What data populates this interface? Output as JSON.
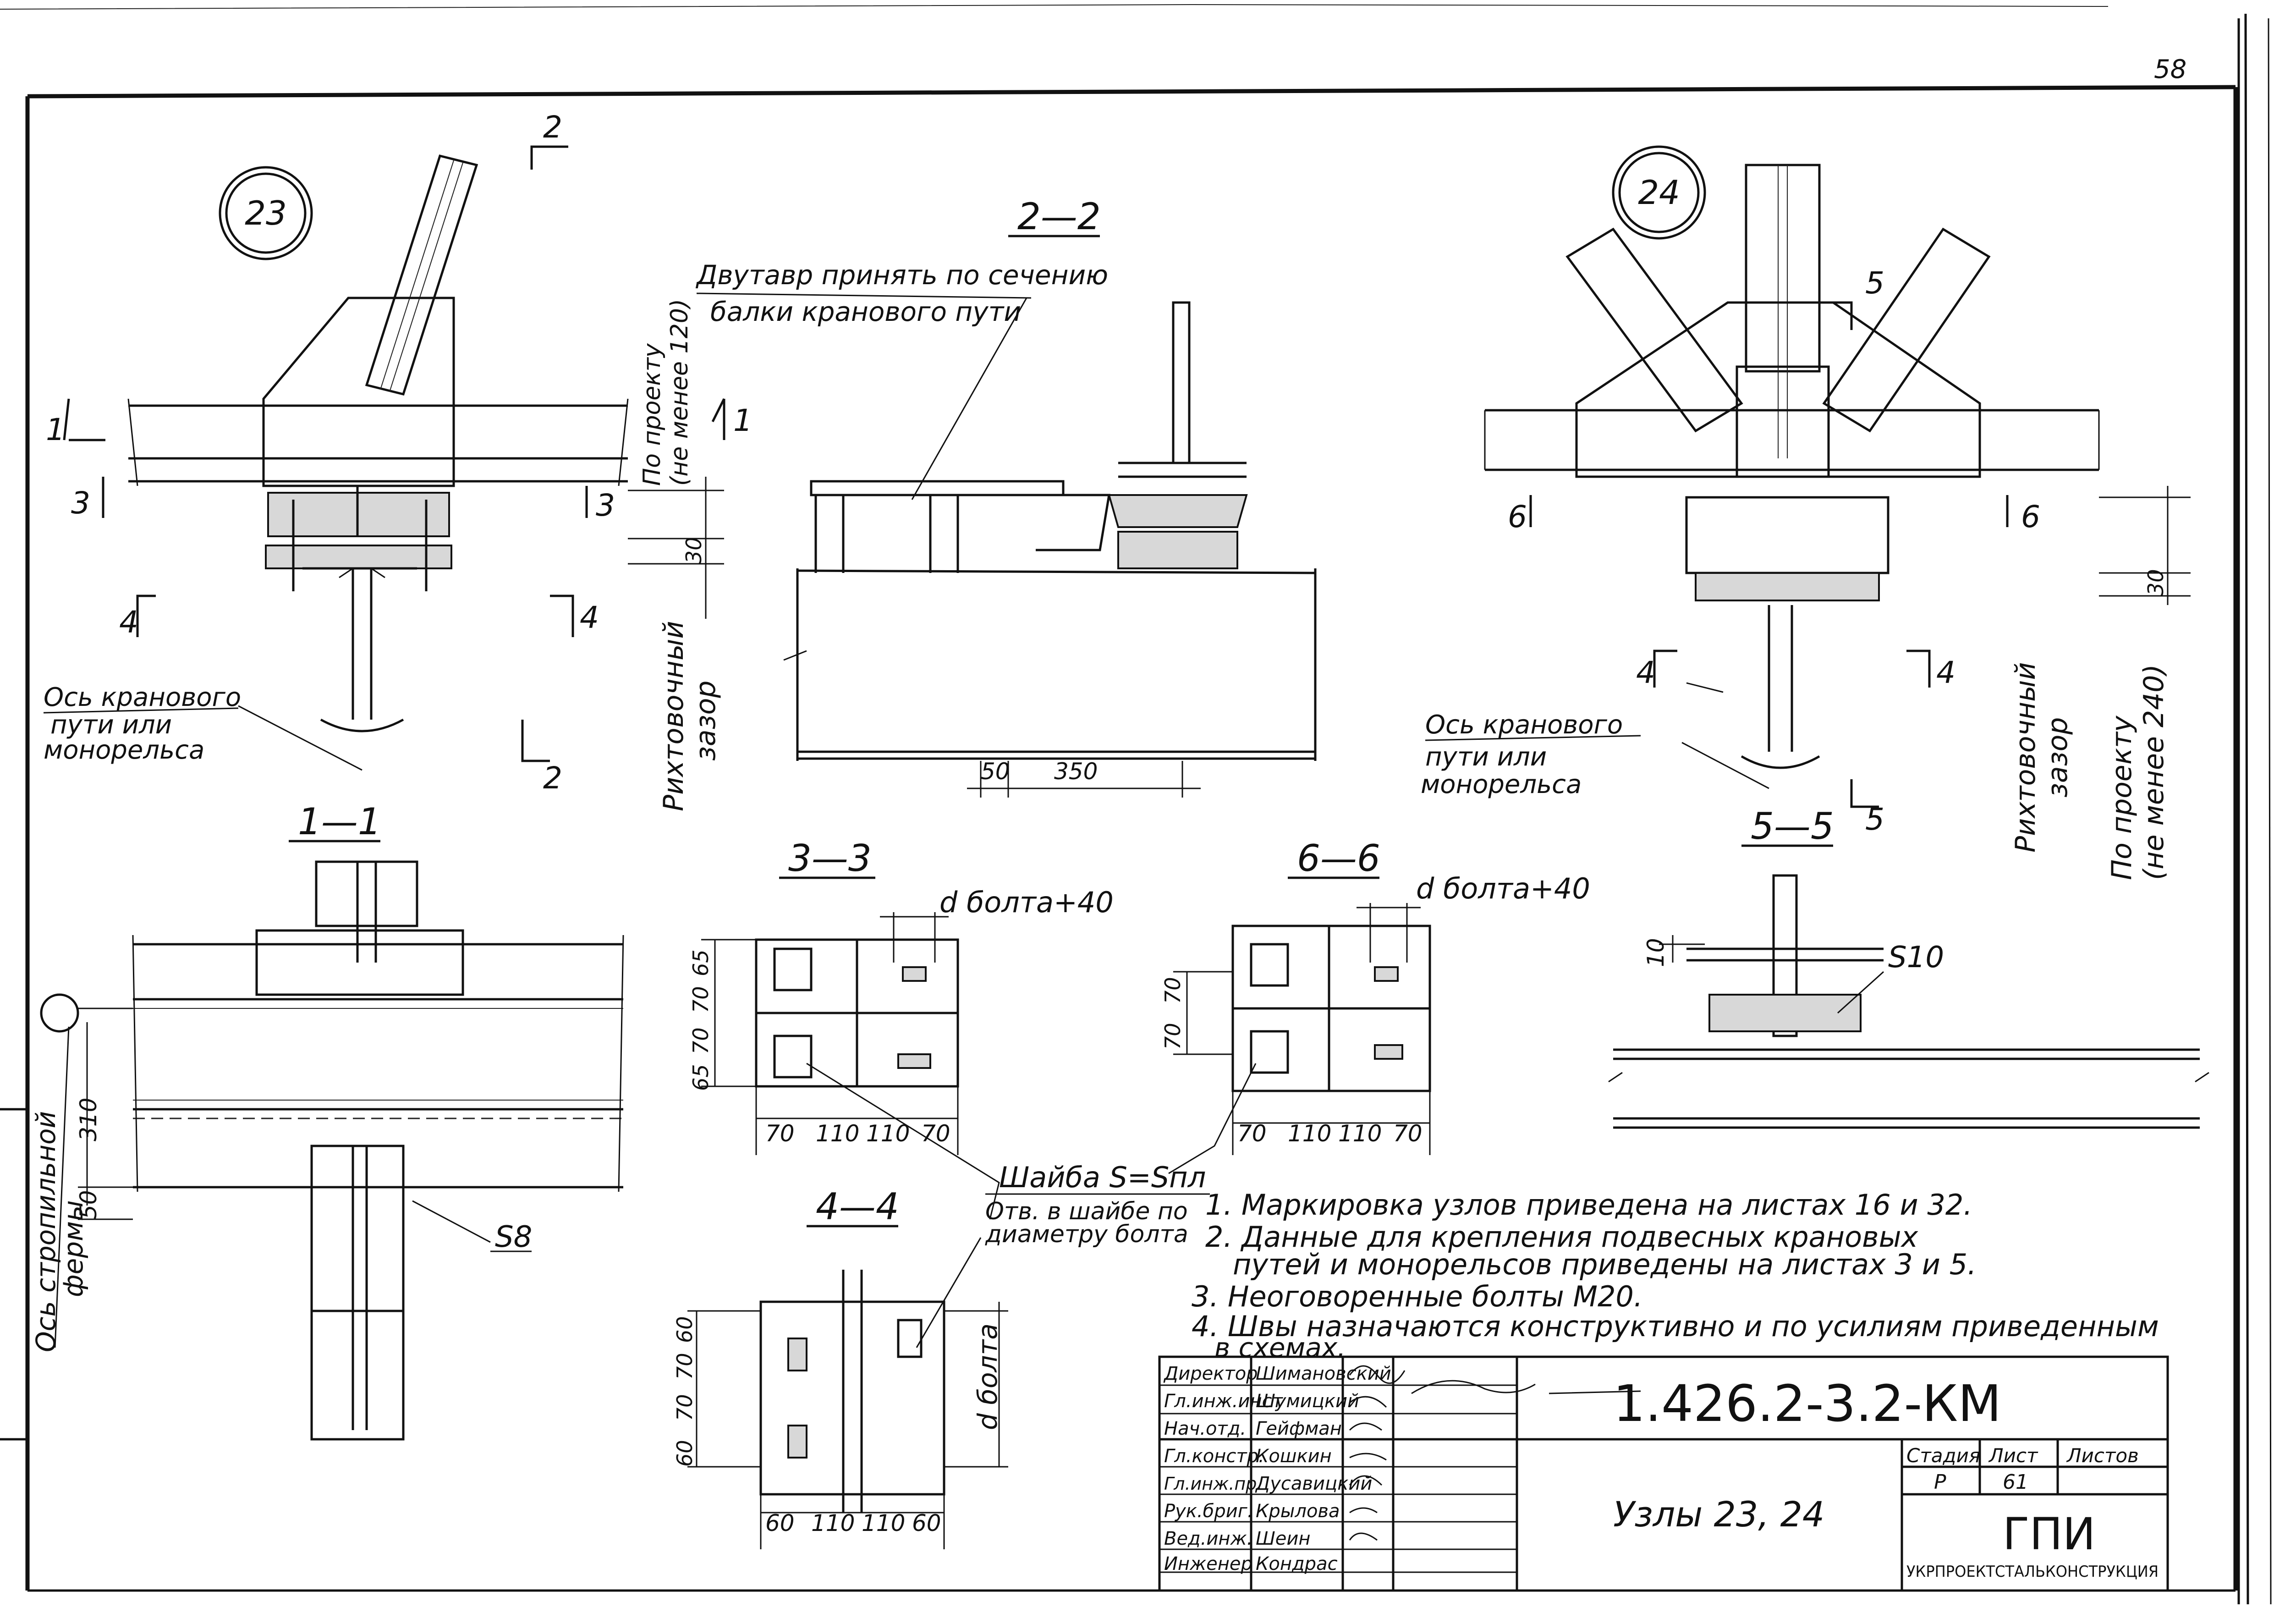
{
  "sheet_number": "58",
  "nodes": {
    "n23": {
      "label": "23"
    },
    "n24": {
      "label": "24"
    }
  },
  "sections": {
    "s22": "2—2",
    "s11": "1—1",
    "s33": "3—3",
    "s44": "4—4",
    "s66": "6—6",
    "s55": "5—5"
  },
  "cut_marks": {
    "c1": "1",
    "c2": "2",
    "c3": "3",
    "c4": "4",
    "c5": "5",
    "c6": "6"
  },
  "labels": {
    "dvutavr_1": "Двутавр принять по сечению",
    "dvutavr_2": "балки кранового пути",
    "po_proektu_120_a": "По проекту",
    "po_proektu_120_b": "(не менее 120)",
    "po_proektu_240_a": "По проекту",
    "po_proektu_240_b": "(не менее 240)",
    "rikht_a": "Рихтовочный",
    "rikht_b": "зазор",
    "os_kran_1": "Ось кранового",
    "os_kran_2": "пути или",
    "os_kran_3": "монорельса",
    "os_strop_1": "Ось стропильной",
    "os_strop_2": "фермы",
    "d_bolta_40": "d болта+40",
    "d_bolta": "d болта",
    "shaiba_1": "Шайба S=Sпл",
    "shaiba_2": "Отв. в шайбе по",
    "shaiba_3": "диаметру болта",
    "s8": "S8",
    "s10": "S10"
  },
  "dimensions": {
    "d30": "30",
    "d50": "50",
    "d350": "350",
    "d310": "310",
    "d60": "60",
    "d65": "65",
    "d70": "70",
    "d110": "110",
    "d10": "10"
  },
  "notes": [
    "1. Маркировка узлов приведена на листах 16 и 32.",
    "2. Данные для крепления подвесных крановых",
    "путей и монорельсов приведены на листах 3 и 5.",
    "3. Неоговоренные болты М20.",
    "4. Швы назначаются конструктивно и по усилиям приведенным",
    "в схемах."
  ],
  "title_block": {
    "roles": [
      "Директор",
      "Гл.инж.инст",
      "Нач.отд.",
      "Гл.констр.",
      "Гл.инж.пр.",
      "Рук.бриг.",
      "Вед.инж.",
      "Инженер"
    ],
    "names": [
      "Шимановский",
      "Шумицкий",
      "Гейфман",
      "Кошкин",
      "Дусавицкий",
      "Крылова",
      "Шеин",
      "Кондрас"
    ],
    "code": "1.426.2-3.2-КМ",
    "title": "Узлы 23, 24",
    "stage_label": "Стадия",
    "sheet_label": "Лист",
    "sheets_label": "Листов",
    "stage": "Р",
    "sheet": "61",
    "org_logo": "ГПИ",
    "org_name": "УКРПРОЕКТСТАЛЬКОНСТРУКЦИЯ"
  }
}
